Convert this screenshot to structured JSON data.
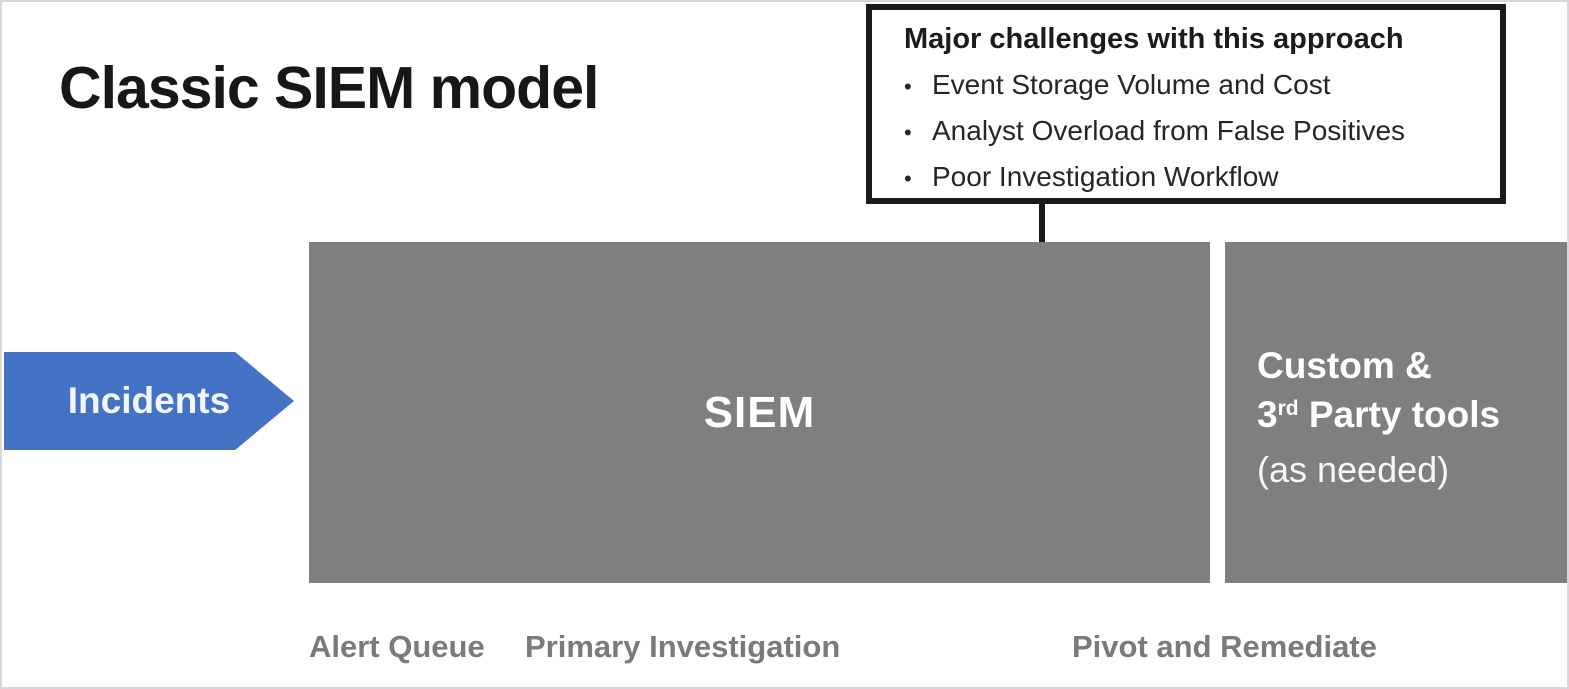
{
  "slide": {
    "title": "Classic SIEM model",
    "callout": {
      "heading": "Major challenges with this approach",
      "bullet_char": "•",
      "bullets": [
        "Event Storage Volume and Cost",
        "Analyst Overload from False Positives",
        "Poor Investigation Workflow"
      ]
    },
    "arrow": {
      "label": "Incidents",
      "fill": "#4472c4"
    },
    "siem_box": {
      "label": "SIEM",
      "fill": "#7f7f7f"
    },
    "tools_box": {
      "fill": "#7f7f7f",
      "line1": "Custom &",
      "line2_base": "3",
      "line2_sup": "rd",
      "line2_rest": " Party tools",
      "line3": "(as needed)"
    },
    "zone_labels": [
      "Alert Queue",
      "Primary Investigation",
      "Pivot and Remediate"
    ],
    "colors": {
      "box_gray": "#7f7f7f",
      "accent_blue": "#4472c4",
      "zone_label_gray": "#7a7a7a",
      "callout_border": "#1b1b1b",
      "slide_frame": "#d6d6e1"
    }
  }
}
